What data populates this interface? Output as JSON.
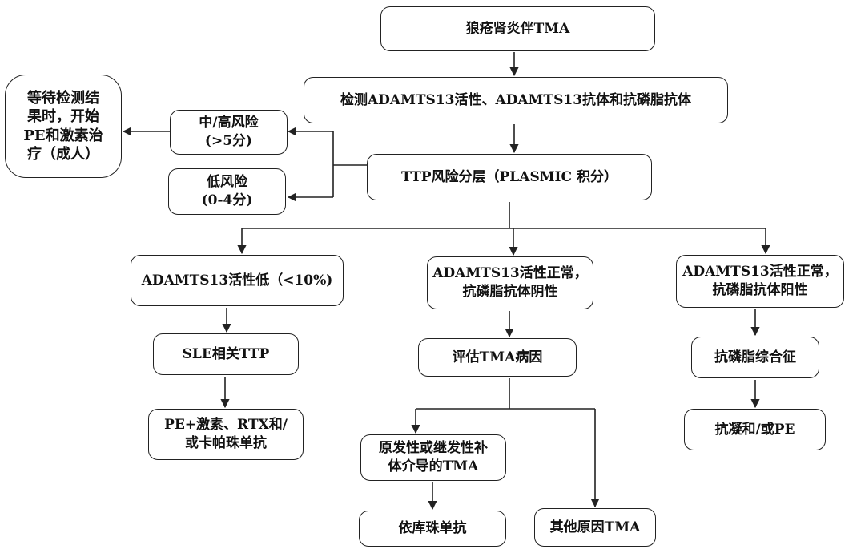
{
  "nodes": {
    "root": "狼疮肾炎伴TMA",
    "test": "检测ADAMTS13活性、ADAMTS13抗体和抗磷脂抗体",
    "strat": "TTP风险分层（PLASMIC 积分）",
    "high": "中/高风险\n(>5分)",
    "low": "低风险\n(0-4分)",
    "wait": "等待检测结\n果时，开始\nPE和激素治\n疗（成人）",
    "low_act": "ADAMTS13活性低（<10%)",
    "norm_neg": "ADAMTS13活性正常，\n抗磷脂抗体阴性",
    "norm_pos": "ADAMTS13活性正常，\n抗磷脂抗体阳性",
    "sle": "SLE相关TTP",
    "eval": "评估TMA病因",
    "aps": "抗磷脂综合征",
    "pe_rtx": "PE+激素、RTX和/\n或卡帕珠单抗",
    "comp": "原发性或继发性补\n体介导的TMA",
    "anticoag": "抗凝和/或PE",
    "ecu": "依库珠单抗",
    "other": "其他原因TMA"
  }
}
